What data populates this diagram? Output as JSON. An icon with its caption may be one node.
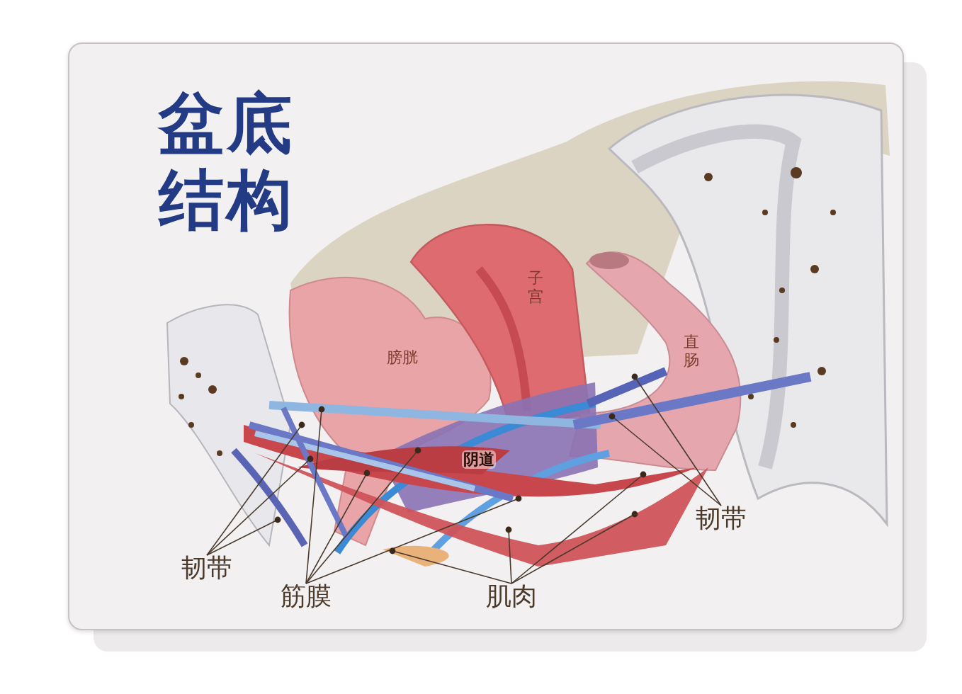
{
  "diagram": {
    "title": "盆底结构",
    "nodes": [
      {
        "text": [
          "膀胱"
        ]
      },
      {
        "text": [
          "子宫"
        ]
      },
      {
        "text": [
          "直肠"
        ]
      },
      {
        "text": [
          "阴道"
        ]
      },
      {
        "text": [
          "韧带"
        ]
      },
      {
        "text": [
          "筋膜"
        ]
      },
      {
        "text": [
          "肌肉"
        ]
      },
      {
        "text": [
          "韧带"
        ]
      }
    ],
    "edges": [
      {
        "from": 4,
        "to": null,
        "arrow": "other"
      },
      {
        "from": 4,
        "to": null,
        "arrow": "other"
      },
      {
        "from": 4,
        "to": null,
        "arrow": "other"
      },
      {
        "from": 5,
        "to": null,
        "arrow": "other"
      },
      {
        "from": 5,
        "to": null,
        "arrow": "other"
      },
      {
        "from": 5,
        "to": null,
        "arrow": "other"
      },
      {
        "from": 5,
        "to": null,
        "arrow": "other"
      },
      {
        "from": 6,
        "to": null,
        "arrow": "other"
      },
      {
        "from": 6,
        "to": null,
        "arrow": "other"
      },
      {
        "from": 6,
        "to": null,
        "arrow": "other"
      },
      {
        "from": 6,
        "to": null,
        "arrow": "other"
      },
      {
        "from": 7,
        "to": null,
        "arrow": "other"
      },
      {
        "from": 7,
        "to": null,
        "arrow": "other"
      }
    ]
  }
}
